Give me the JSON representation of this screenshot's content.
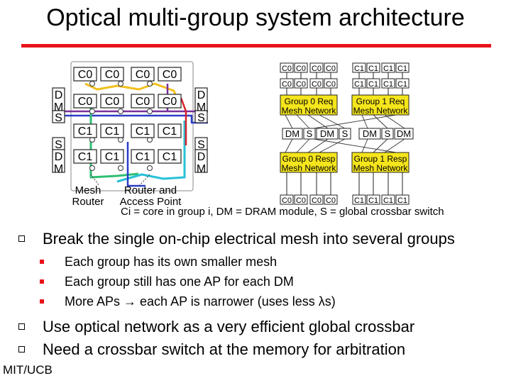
{
  "title": "Optical multi-group system architecture",
  "mesh": {
    "rows": [
      [
        "C0",
        "C0",
        "C0",
        "C0"
      ],
      [
        "C0",
        "C0",
        "C0",
        "C0"
      ],
      [
        "C1",
        "C1",
        "C1",
        "C1"
      ],
      [
        "C1",
        "C1",
        "C1",
        "C1"
      ]
    ],
    "left_top": [
      "D",
      "M"
    ],
    "left_mid_top": "S",
    "left_mid_bottom": "S",
    "left_bottom": [
      "D",
      "M"
    ],
    "right_top": [
      "D",
      "M"
    ],
    "right_mid_top": "S",
    "right_mid_bottom": "S",
    "right_bottom": [
      "D",
      "M"
    ],
    "label_mesh": [
      "Mesh",
      "Router"
    ],
    "label_ap": [
      "Router and",
      "Access Point"
    ],
    "colors": {
      "yellow": "#f2c01e",
      "green": "#2fbf73",
      "cyan": "#27c0d8",
      "blue": "#2b3cc8",
      "purple": "#7a2f9c",
      "red": "#d8212a"
    }
  },
  "network": {
    "top_cores": [
      "C0",
      "C0",
      "C0",
      "C0",
      "C1",
      "C1",
      "C1",
      "C1"
    ],
    "top_cores2": [
      "C0",
      "C0",
      "C0",
      "C0",
      "C1",
      "C1",
      "C1",
      "C1"
    ],
    "req_group0": [
      "Group 0 Req",
      "Mesh Network"
    ],
    "req_group1": [
      "Group 1 Req",
      "Mesh Network"
    ],
    "dm_row": [
      "DM",
      "S",
      "DM",
      "S",
      "DM",
      "S",
      "DM"
    ],
    "resp_group0": [
      "Group 0 Resp",
      "Mesh Network"
    ],
    "resp_group1": [
      "Group 1 Resp",
      "Mesh Network"
    ],
    "bottom_cores": [
      "C0",
      "C0",
      "C0",
      "C0",
      "C1",
      "C1",
      "C1",
      "C1"
    ],
    "highlight": "#f5e51c"
  },
  "caption": "Ci = core in group i, DM = DRAM module, S = global crossbar switch",
  "bullets": [
    {
      "text": "Break the single on-chip electrical mesh into several groups",
      "sub": [
        "Each group has its own smaller mesh",
        "Each group still has one AP for each DM",
        "More APs → each AP is narrower (uses less λs)"
      ]
    },
    {
      "text": "Use optical network as a very efficient global crossbar"
    },
    {
      "text": "Need a crossbar switch at the memory for arbitration"
    }
  ],
  "footer": "MIT/UCB"
}
